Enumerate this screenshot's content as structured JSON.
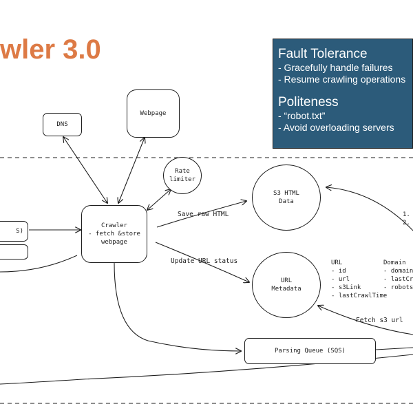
{
  "title": "wler 3.0",
  "notes": {
    "fault_tolerance": {
      "heading": "Fault Tolerance",
      "items": [
        "-  Gracefully handle failures",
        "-  Resume crawling operations"
      ]
    },
    "politeness": {
      "heading": "Politeness",
      "items": [
        "-  “robot.txt”",
        "-  Avoid overloading servers"
      ]
    }
  },
  "nodes": {
    "dns": "DNS",
    "webpage": "Webpage",
    "rate_limiter": "Rate\nlimiter",
    "crawler": "Crawler\n- fetch &store\nwebpage",
    "s3_html": "S3 HTML\nData",
    "url_metadata": "URL\nMetadata",
    "parsing_queue": "Parsing Queue (SQS)",
    "left_queue": "S)"
  },
  "edges": {
    "save_raw_html": "Save raw HTML",
    "update_url_status": "Update URL status",
    "fetch_s3_url": "Fetch s3 url"
  },
  "schemas": {
    "url": {
      "heading": "URL",
      "fields": [
        "- id",
        "- url",
        "- s3Link",
        "- lastCrawlTime"
      ]
    },
    "domain": {
      "heading": "Domain",
      "fields": [
        "- domain",
        "- lastCra",
        "- robots"
      ]
    }
  },
  "steps": [
    "1.",
    "2."
  ]
}
